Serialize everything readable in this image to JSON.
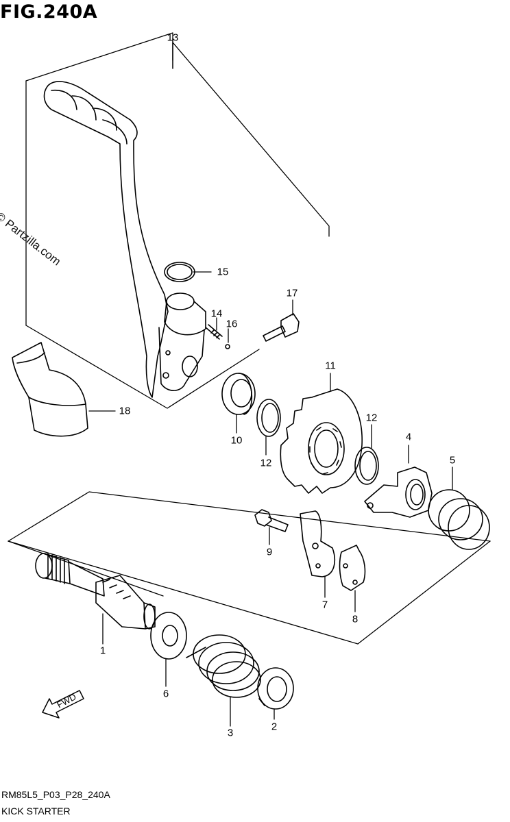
{
  "figure": {
    "title": "FIG.240A",
    "code": "RM85L5_P03_P28_240A",
    "caption": "KICK STARTER",
    "watermark": "© Partzilla.com"
  },
  "callouts": [
    "1",
    "2",
    "3",
    "4",
    "5",
    "6",
    "7",
    "8",
    "9",
    "10",
    "11",
    "12",
    "12",
    "13",
    "14",
    "15",
    "16",
    "17",
    "18"
  ],
  "direction_badge": "FWD",
  "colors": {
    "line": "#000000",
    "background": "#ffffff"
  }
}
